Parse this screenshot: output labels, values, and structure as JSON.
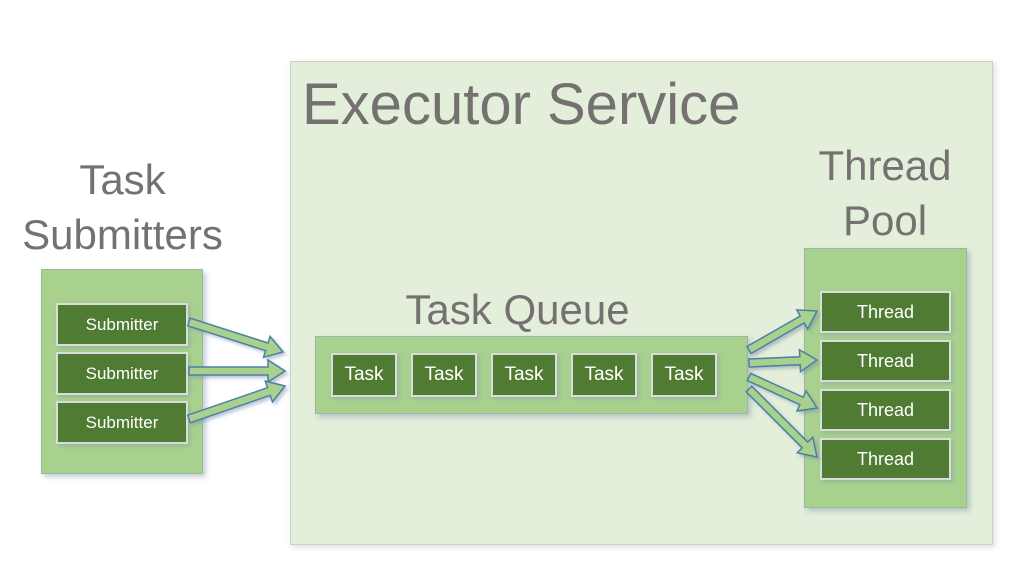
{
  "diagram": {
    "title": "Executor Service",
    "task_submitters": {
      "label": "Task Submitters",
      "items": [
        "Submitter",
        "Submitter",
        "Submitter"
      ]
    },
    "task_queue": {
      "label": "Task Queue",
      "items": [
        "Task",
        "Task",
        "Task",
        "Task",
        "Task"
      ]
    },
    "thread_pool": {
      "label": "Thread Pool",
      "items": [
        "Thread",
        "Thread",
        "Thread",
        "Thread"
      ]
    },
    "colors": {
      "container_light": "#e3efda",
      "container_medium": "#a9d18e",
      "box_dark": "#4f7b32",
      "label_text": "#767171",
      "box_text": "#ffffff",
      "arrow_fill": "#a9d18e",
      "arrow_stroke": "#4d7fa5"
    }
  }
}
